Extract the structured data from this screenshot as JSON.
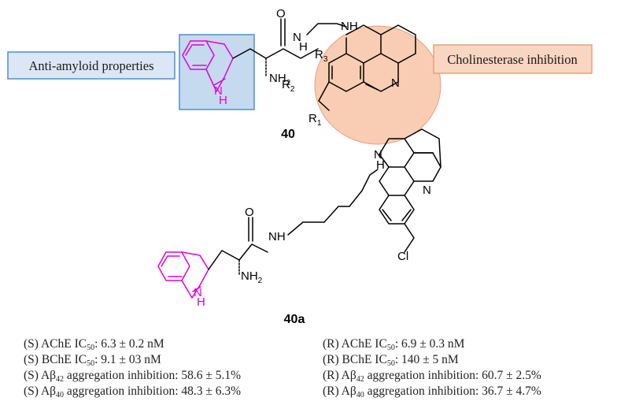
{
  "callouts": {
    "anti_amyloid": "Anti-amyloid properties",
    "cholinesterase": "Cholinesterase inhibition"
  },
  "colors": {
    "indole": "#e100e1",
    "anti_amyloid_box_fill": "#c5d9ef",
    "anti_amyloid_box_stroke": "#4e8fce",
    "cholinesterase_fill": "#f8cdb3",
    "cholinesterase_stroke": "#e8a07b"
  },
  "compound_40": {
    "label": "40",
    "atoms": {
      "O": "O",
      "NH": "NH",
      "H": "H",
      "N_amide": "N",
      "NH2": "NH",
      "NH2_sub": "2",
      "R3": "R",
      "R3_sub": "3",
      "R2": "R",
      "R2_sub": "2",
      "R1": "R",
      "R1_sub": "1",
      "N_ring": "N",
      "indole_N": "N",
      "indole_H": "H"
    }
  },
  "compound_40a": {
    "label": "40a",
    "atoms": {
      "O": "O",
      "NH": "NH",
      "NH2": "NH",
      "NH2_sub": "2",
      "H": "H",
      "N_ring": "N",
      "Cl": "Cl",
      "indole_N": "N",
      "indole_H": "H"
    }
  },
  "results": {
    "left": [
      {
        "prefix": "(S) AChE IC",
        "sub": "50",
        "suffix": ": 6.3 ± 0.2 nM"
      },
      {
        "prefix": "(S) BChE IC",
        "sub": "50",
        "suffix": ": 9.1 ± 03 nM"
      },
      {
        "prefix": "(S) Aβ",
        "sub": "42",
        "suffix": " aggregation inhibition: 58.6 ± 5.1%"
      },
      {
        "prefix": "(S) Aβ",
        "sub": "40",
        "suffix": " aggregation inhibition: 48.3 ± 6.3%"
      }
    ],
    "right": [
      {
        "prefix": "(R) AChE IC",
        "sub": "50",
        "suffix": ": 6.9 ± 0.3 nM"
      },
      {
        "prefix": "(R) BChE IC",
        "sub": "50",
        "suffix": ": 140 ± 5 nM"
      },
      {
        "prefix": "(R) Aβ",
        "sub": "42",
        "suffix": " aggregation inhibition: 60.7 ± 2.5%"
      },
      {
        "prefix": "(R) Aβ",
        "sub": "40",
        "suffix": " aggregation inhibition: 36.7 ± 4.7%"
      }
    ]
  }
}
